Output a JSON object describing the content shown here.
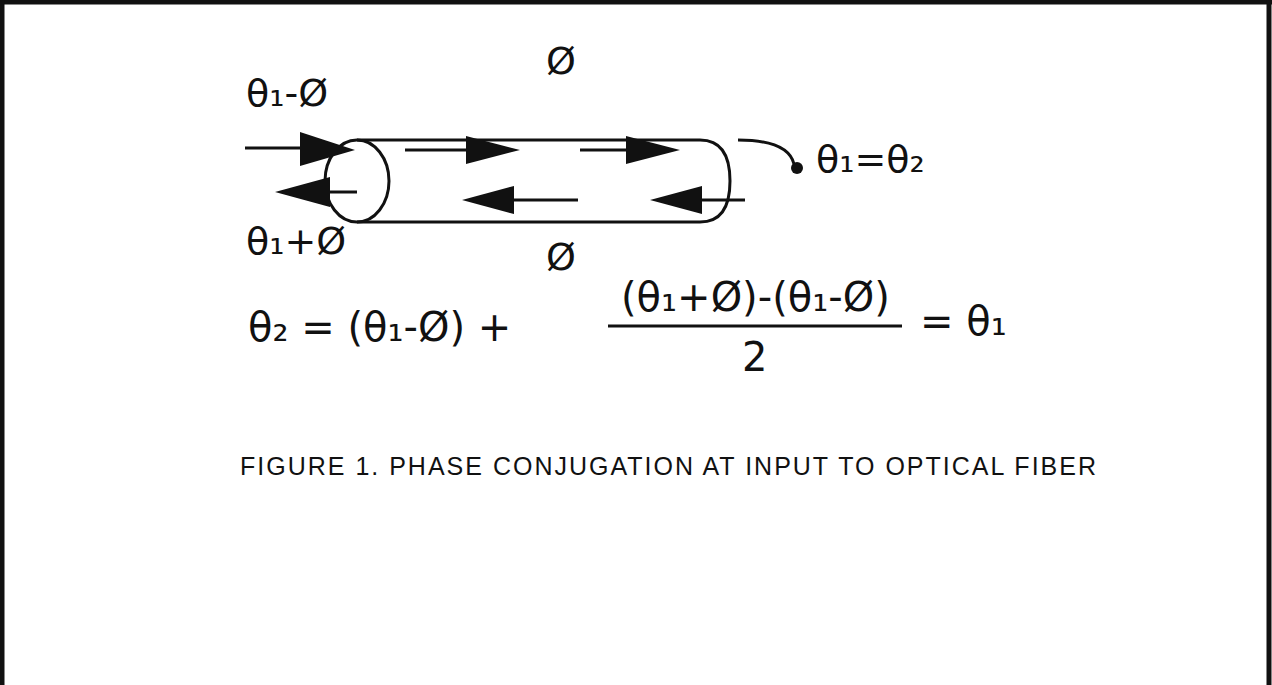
{
  "diagram": {
    "caption": "FIGURE 1. PHASE CONJUGATION AT INPUT TO OPTICAL FIBER",
    "labels": [
      "θ₁-Ø",
      "θ₁+Ø",
      "Ø",
      "Ø",
      "θ₁=θ₂",
      "θ₂ = (θ₁-Ø) +",
      "(θ₁+Ø)-(θ₁-Ø)",
      "2",
      "= θ₁"
    ]
  }
}
